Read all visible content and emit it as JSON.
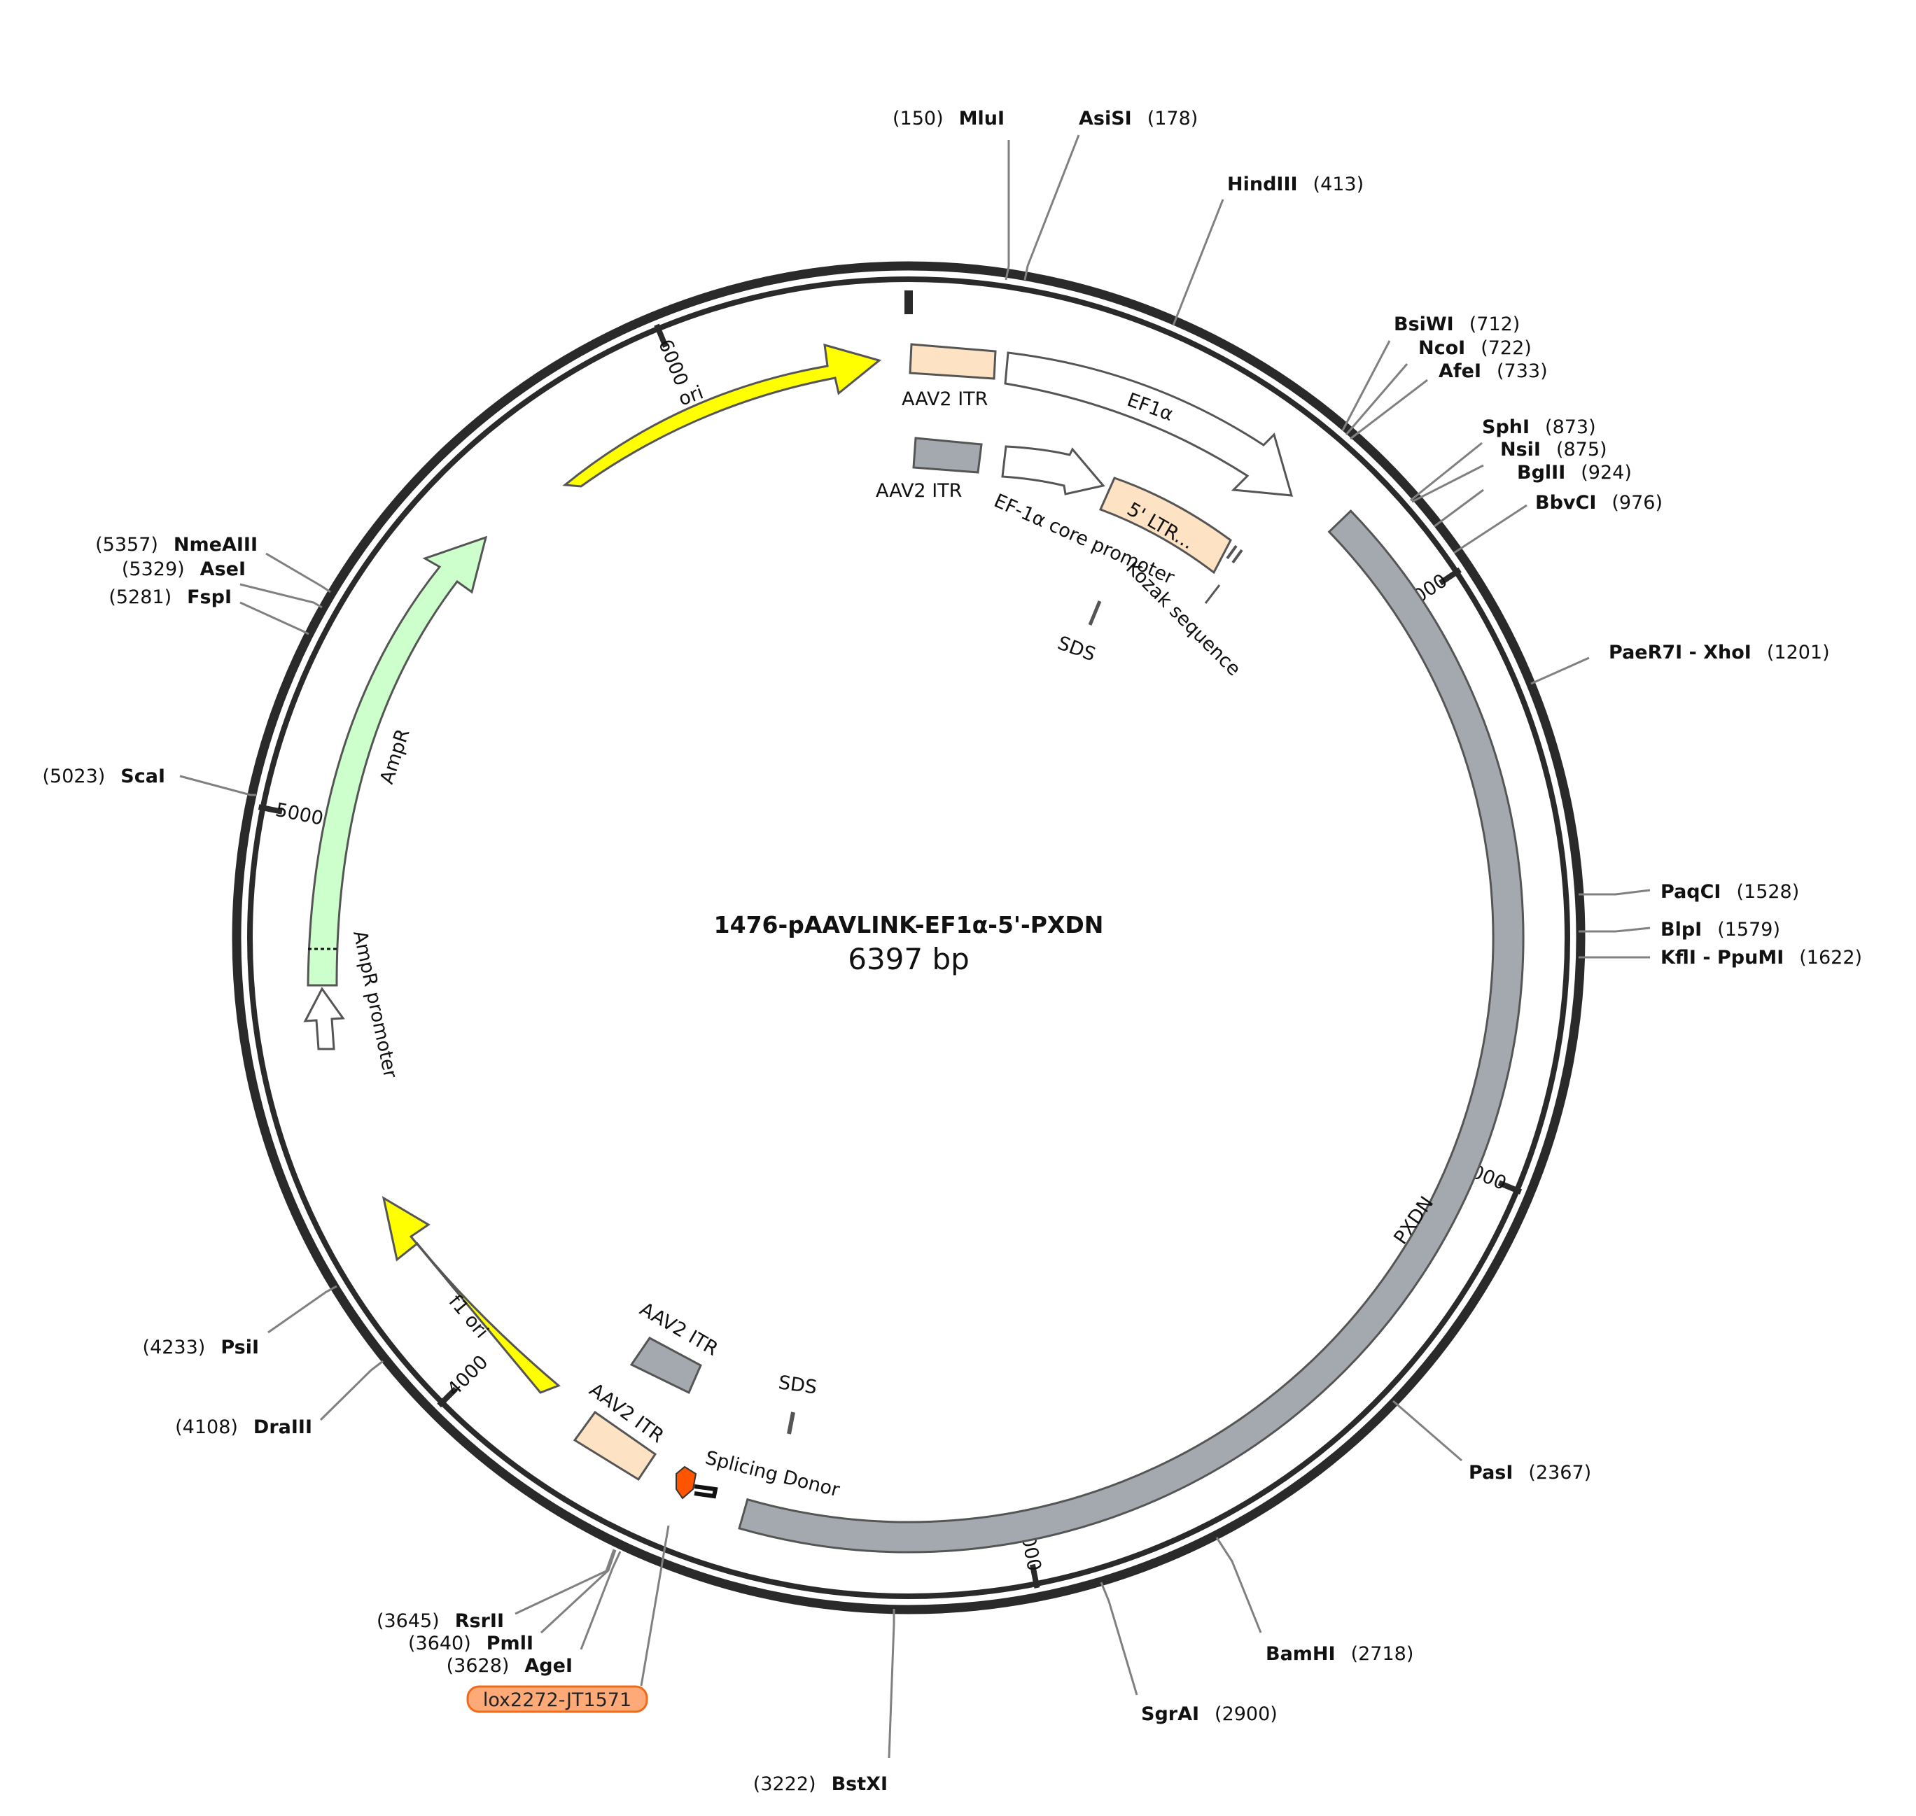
{
  "title": "1476-pAAVLINK-EF1α-5'-PXDN",
  "length_label": "6397 bp",
  "total_bp": 6397,
  "colors": {
    "backbone": "#2a2a2a",
    "ori": "#ffff00",
    "itr": "#fde2c4",
    "itr_gray": "#a4a9b0",
    "ampr": "#ccffcc",
    "pxdn": "#a4a9b0",
    "splicing_donor": "#ff5500",
    "lox_fill": "#fdaa78",
    "lox_stroke": "#f06a1a"
  },
  "ticks": [
    {
      "pos": 1000,
      "label": "1000"
    },
    {
      "pos": 2000,
      "label": "2000"
    },
    {
      "pos": 3000,
      "label": "3000"
    },
    {
      "pos": 4000,
      "label": "4000"
    },
    {
      "pos": 5000,
      "label": "5000"
    },
    {
      "pos": 6000,
      "label": "6000"
    }
  ],
  "features": {
    "ori": "ori",
    "aav2_itr_1": "AAV2 ITR",
    "ef1a": "EF1α",
    "aav2_itr_2": "AAV2 ITR",
    "ef1a_core_promoter": "EF-1α core promoter",
    "five_ltr": "5' LTR...",
    "kozak": "Kozak sequence",
    "sds_1": "SDS",
    "pxdn": "PXDN",
    "splicing_donor": "Splicing Donor",
    "sds_2": "SDS",
    "aav2_itr_3": "AAV2 ITR",
    "aav2_itr_4": "AAV2 ITR",
    "f1_ori": "f1 ori",
    "ampr": "AmpR",
    "ampr_promoter": "AmpR promoter",
    "lox": "lox2272-JT1571"
  },
  "sites": [
    {
      "name": "MluI",
      "pos": "(150)"
    },
    {
      "name": "AsiSI",
      "pos": "(178)"
    },
    {
      "name": "HindIII",
      "pos": "(413)"
    },
    {
      "name": "BsiWI",
      "pos": "(712)"
    },
    {
      "name": "NcoI",
      "pos": "(722)"
    },
    {
      "name": "AfeI",
      "pos": "(733)"
    },
    {
      "name": "SphI",
      "pos": "(873)"
    },
    {
      "name": "NsiI",
      "pos": "(875)"
    },
    {
      "name": "BglII",
      "pos": "(924)"
    },
    {
      "name": "BbvCI",
      "pos": "(976)"
    },
    {
      "name": "PaeR7I - XhoI",
      "pos": "(1201)"
    },
    {
      "name": "PaqCI",
      "pos": "(1528)"
    },
    {
      "name": "BlpI",
      "pos": "(1579)"
    },
    {
      "name": "KflI - PpuMI",
      "pos": "(1622)"
    },
    {
      "name": "PasI",
      "pos": "(2367)"
    },
    {
      "name": "BamHI",
      "pos": "(2718)"
    },
    {
      "name": "SgrAI",
      "pos": "(2900)"
    },
    {
      "name": "BstXI",
      "pos": "(3222)"
    },
    {
      "name": "AgeI",
      "pos": "(3628)"
    },
    {
      "name": "PmlI",
      "pos": "(3640)"
    },
    {
      "name": "RsrII",
      "pos": "(3645)"
    },
    {
      "name": "DraIII",
      "pos": "(4108)"
    },
    {
      "name": "PsiI",
      "pos": "(4233)"
    },
    {
      "name": "ScaI",
      "pos": "(5023)"
    },
    {
      "name": "FspI",
      "pos": "(5281)"
    },
    {
      "name": "AseI",
      "pos": "(5329)"
    },
    {
      "name": "NmeAIII",
      "pos": "(5357)"
    }
  ]
}
